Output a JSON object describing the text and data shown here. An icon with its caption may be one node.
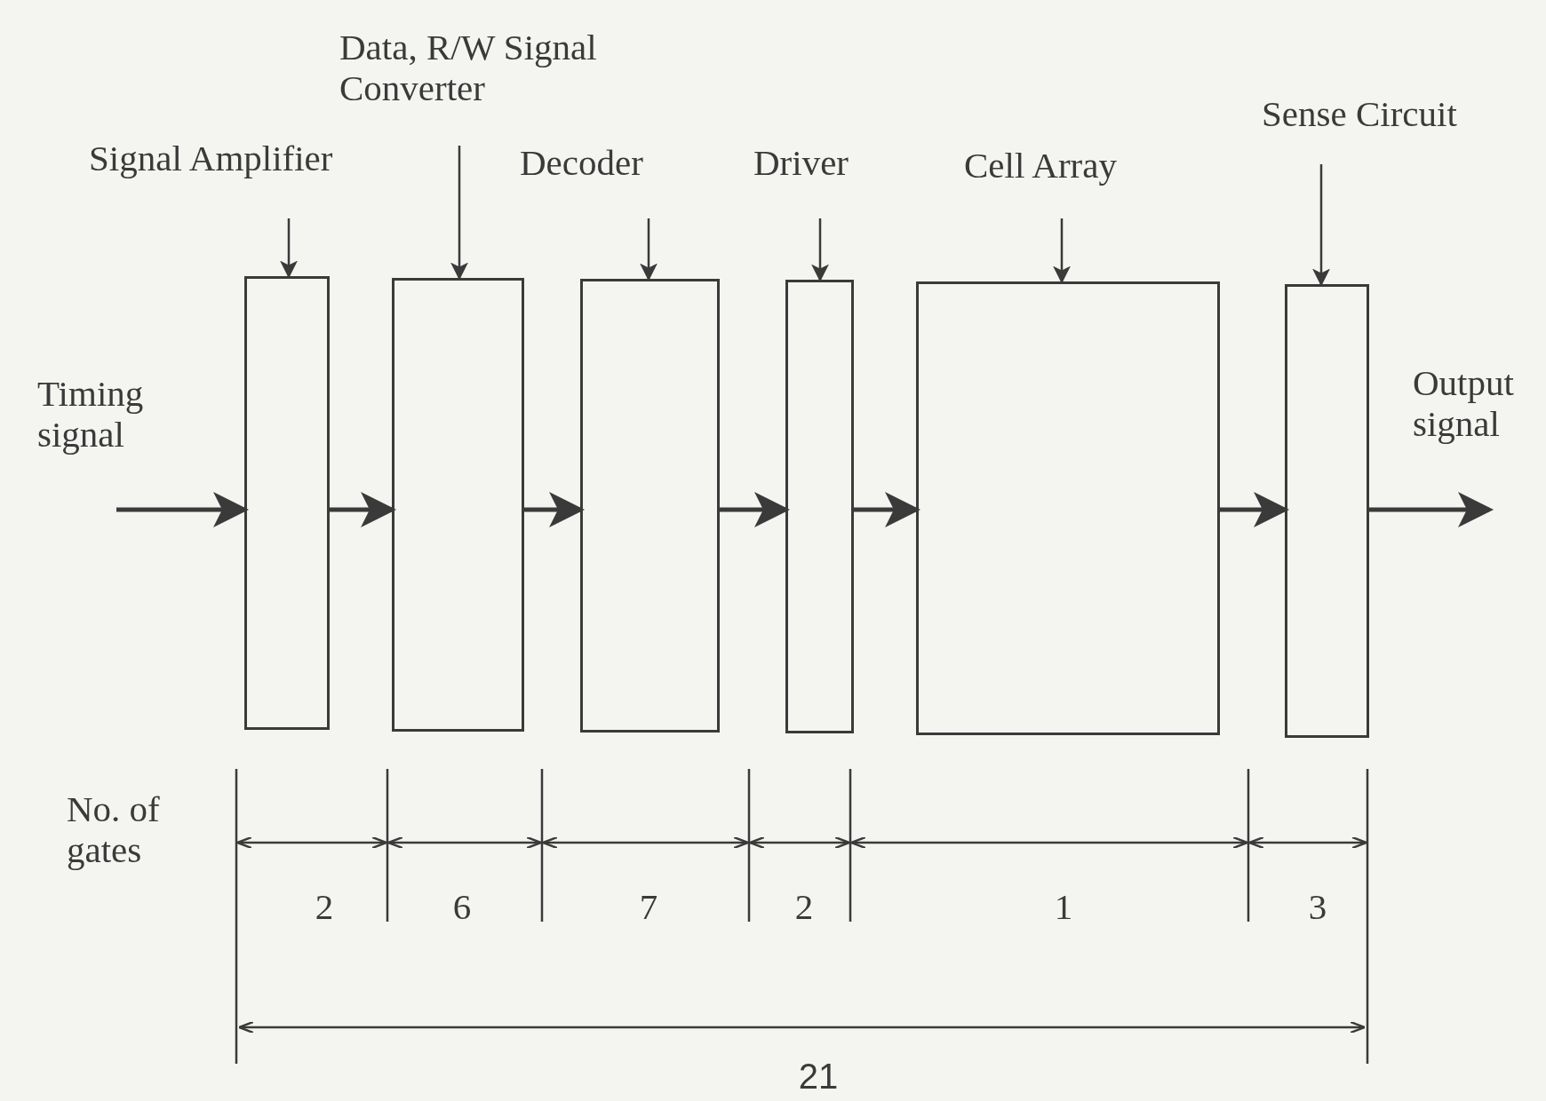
{
  "diagram": {
    "nodes": [
      {
        "text": [
          "Signal Amplifier"
        ]
      },
      {
        "text": [
          "Data, R/W Signal Converter"
        ]
      },
      {
        "text": [
          "Decoder"
        ]
      },
      {
        "text": [
          "Driver"
        ]
      },
      {
        "text": [
          "Cell Array"
        ]
      },
      {
        "text": [
          "Sense Circuit"
        ]
      },
      {
        "text": [],
        "shape": "box"
      },
      {
        "text": [],
        "shape": "box"
      },
      {
        "text": [],
        "shape": "box"
      },
      {
        "text": [],
        "shape": "box"
      },
      {
        "text": [],
        "shape": "box"
      },
      {
        "text": [],
        "shape": "box"
      }
    ],
    "edges": [
      {
        "from": 0,
        "to": 6,
        "arrow": "to"
      },
      {
        "from": 1,
        "to": 7,
        "arrow": "to"
      },
      {
        "from": 2,
        "to": 8,
        "arrow": "to"
      },
      {
        "from": 3,
        "to": 9,
        "arrow": "to"
      },
      {
        "from": 4,
        "to": 10,
        "arrow": "to"
      },
      {
        "from": 5,
        "to": 11,
        "arrow": "to"
      },
      {
        "from": null,
        "to": 6,
        "arrow": "to",
        "label": "Timing signal"
      },
      {
        "from": 6,
        "to": 7,
        "arrow": "to"
      },
      {
        "from": 7,
        "to": 8,
        "arrow": "to"
      },
      {
        "from": 8,
        "to": 9,
        "arrow": "to"
      },
      {
        "from": 9,
        "to": 10,
        "arrow": "to"
      },
      {
        "from": 10,
        "to": 11,
        "arrow": "to"
      },
      {
        "from": 11,
        "to": null,
        "arrow": "to",
        "label": "Output signal"
      }
    ],
    "labels": [
      "No. of gates",
      "2",
      "6",
      "7",
      "2",
      "1",
      "3",
      "21"
    ]
  }
}
